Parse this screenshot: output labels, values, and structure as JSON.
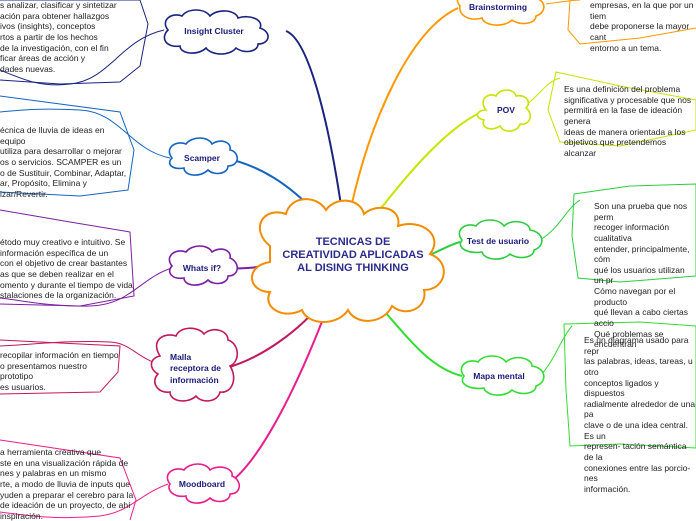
{
  "central_topic": "TECNICAS DE CREATIVIDAD APLICADAS AL DISING THINKING",
  "branches": {
    "insight_cluster": {
      "label": "Insight Cluster",
      "note": "s analizar, clasificar y sintetizar\nación para obtener hallazgos\nivos (insights), conceptos\nrtos a partir de los hechos\nde la investigación, con el fin\nficar áreas de acción y\ndades nuevas."
    },
    "scamper": {
      "label": "Scamper",
      "note": "écnica de lluvia de ideas en equipo\nutiliza para desarrollar o mejorar\nos o servicios. SCAMPER es un\no de Sustituir, Combinar, Adaptar,\nar, Propósito, Elimina y\nizar/Revertir."
    },
    "whats_if": {
      "label": "Whats if?",
      "note": "étodo muy creativo e intuitivo. Se\ninformación específica de un\ncon el objetivo de crear bastantes\nas que se deben realizar en el\nomento y durante el tiempo de vida\nstalaciones de la organización."
    },
    "malla": {
      "label": "Malla\nreceptora de\ninformación",
      "note": "recopilar información en tiempo\no presentamos nuestro prototipo\nes usuarios."
    },
    "moodboard": {
      "label": "Moodboard",
      "note": "a herramienta creativa que\nste en una visualización rápida de\nnes y palabras en un mismo\nrte, a modo de lluvia de inputs que\nyuden a preparar el cerebro para la\nde ideación de un proyecto, de ahí\ninspiración."
    },
    "brainstorming": {
      "label": "Brainstorming",
      "note": "empresas, en la que por un tiem\ndebe proponerse la mayor cant\nentorno a un tema."
    },
    "pov": {
      "label": "POV",
      "note": "Es una definición del problema\nsignificativa y procesable que nos\npermitirá en la fase de ideación genera\nideas de manera orientada a los\nobjetivos que pretendemos alcanzar"
    },
    "test_usuario": {
      "label": "Test de usuario",
      "note": "Son una prueba que nos perm\nrecoger información cualitativa\nentender, principalmente, cóm\nqué los usuarios utilizan un pr\nCómo navegan por el producto\nqué llevan a cabo ciertas accio\nQué problemas se encuentran"
    },
    "mapa_mental": {
      "label": "Mapa mental",
      "note": "Es un diagrama usado para repr\nlas palabras, ideas, tareas, u otro\nconceptos ligados y dispuestos\nradialmente alrededor de una pa\nclave o de una idea central. Es un\nrepresen- tación semántica de la\nconexiones entre las porcio- nes\ninformación."
    }
  },
  "colors": {
    "central_outline": "#f28c00",
    "insight": "#1a237e",
    "scamper": "#1565c0",
    "whats_if": "#7b1fa2",
    "malla": "#c2185b",
    "moodboard": "#e91e8c",
    "brainstorming": "#ff9800",
    "pov": "#c6e500",
    "test_usuario": "#2ecc40",
    "mapa_mental": "#33dd33"
  }
}
